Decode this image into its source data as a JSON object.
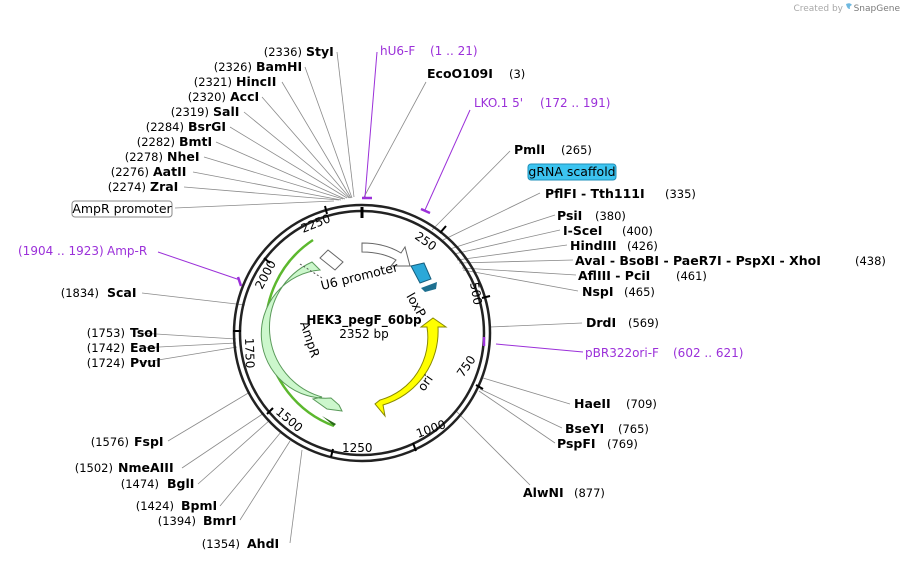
{
  "credit": {
    "prefix": "Created by",
    "brand": "SnapGene"
  },
  "plasmid": {
    "name": "HEK3_pegF_60bp",
    "size": "2352 bp"
  },
  "ticks": [
    "250",
    "500",
    "750",
    "1000",
    "1250",
    "1500",
    "1750",
    "2000",
    "2250"
  ],
  "features": {
    "u6": "U6 promoter",
    "loxp": "loxP",
    "ori": "ori",
    "ampr": "AmpR",
    "gRNA": "gRNA scaffold",
    "amppromoter": "AmpR promoter"
  },
  "primers": {
    "hu6": {
      "name": "hU6-F",
      "range": "(1 .. 21)"
    },
    "lko": {
      "name": "LKO.1 5'",
      "range": "(172 .. 191)"
    },
    "pbr": {
      "name": "pBR322ori-F",
      "range": "(602 .. 621)"
    },
    "ampr": {
      "name": "Amp-R",
      "range": "(1904 .. 1923)"
    }
  },
  "sites_right": [
    {
      "name": "EcoO109I",
      "pos": "(3)"
    },
    {
      "name": "PmlI",
      "pos": "(265)"
    },
    {
      "name": "PflFI - Tth111I",
      "pos": "(335)"
    },
    {
      "name": "PsiI",
      "pos": "(380)"
    },
    {
      "name": "I-SceI",
      "pos": "(400)"
    },
    {
      "name": "HindIII",
      "pos": "(426)"
    },
    {
      "name": "AvaI - BsoBI - PaeR7I - PspXI - XhoI",
      "pos": "(438)"
    },
    {
      "name": "AflIII - PciI",
      "pos": "(461)"
    },
    {
      "name": "NspI",
      "pos": "(465)"
    },
    {
      "name": "DrdI",
      "pos": "(569)"
    },
    {
      "name": "HaeII",
      "pos": "(709)"
    },
    {
      "name": "BseYI",
      "pos": "(765)"
    },
    {
      "name": "PspFI",
      "pos": "(769)"
    },
    {
      "name": "AlwNI",
      "pos": "(877)"
    }
  ],
  "sites_left": [
    {
      "name": "StyI",
      "pos": "(2336)"
    },
    {
      "name": "BamHI",
      "pos": "(2326)"
    },
    {
      "name": "HincII",
      "pos": "(2321)"
    },
    {
      "name": "AccI",
      "pos": "(2320)"
    },
    {
      "name": "SalI",
      "pos": "(2319)"
    },
    {
      "name": "BsrGI",
      "pos": "(2284)"
    },
    {
      "name": "BmtI",
      "pos": "(2282)"
    },
    {
      "name": "NheI",
      "pos": "(2278)"
    },
    {
      "name": "AatII",
      "pos": "(2276)"
    },
    {
      "name": "ZraI",
      "pos": "(2274)"
    },
    {
      "name": "ScaI",
      "pos": "(1834)"
    },
    {
      "name": "TsoI",
      "pos": "(1753)"
    },
    {
      "name": "EaeI",
      "pos": "(1742)"
    },
    {
      "name": "PvuI",
      "pos": "(1724)"
    },
    {
      "name": "FspI",
      "pos": "(1576)"
    },
    {
      "name": "NmeAIII",
      "pos": "(1502)"
    },
    {
      "name": "BglI",
      "pos": "(1474)"
    },
    {
      "name": "BpmI",
      "pos": "(1424)"
    },
    {
      "name": "BmrI",
      "pos": "(1394)"
    },
    {
      "name": "AhdI",
      "pos": "(1354)"
    }
  ],
  "colors": {
    "backbone": "#222222",
    "primer": "#9b30d9",
    "ampr_fill": "#ccf7cc",
    "ampr_stroke": "#3a9a3a",
    "ampr_backbone": "#5cb82e",
    "ori_fill": "#ffff00",
    "loxp_fill": "#2ba8d8",
    "gRNA_fill": "#3cc4f0"
  }
}
